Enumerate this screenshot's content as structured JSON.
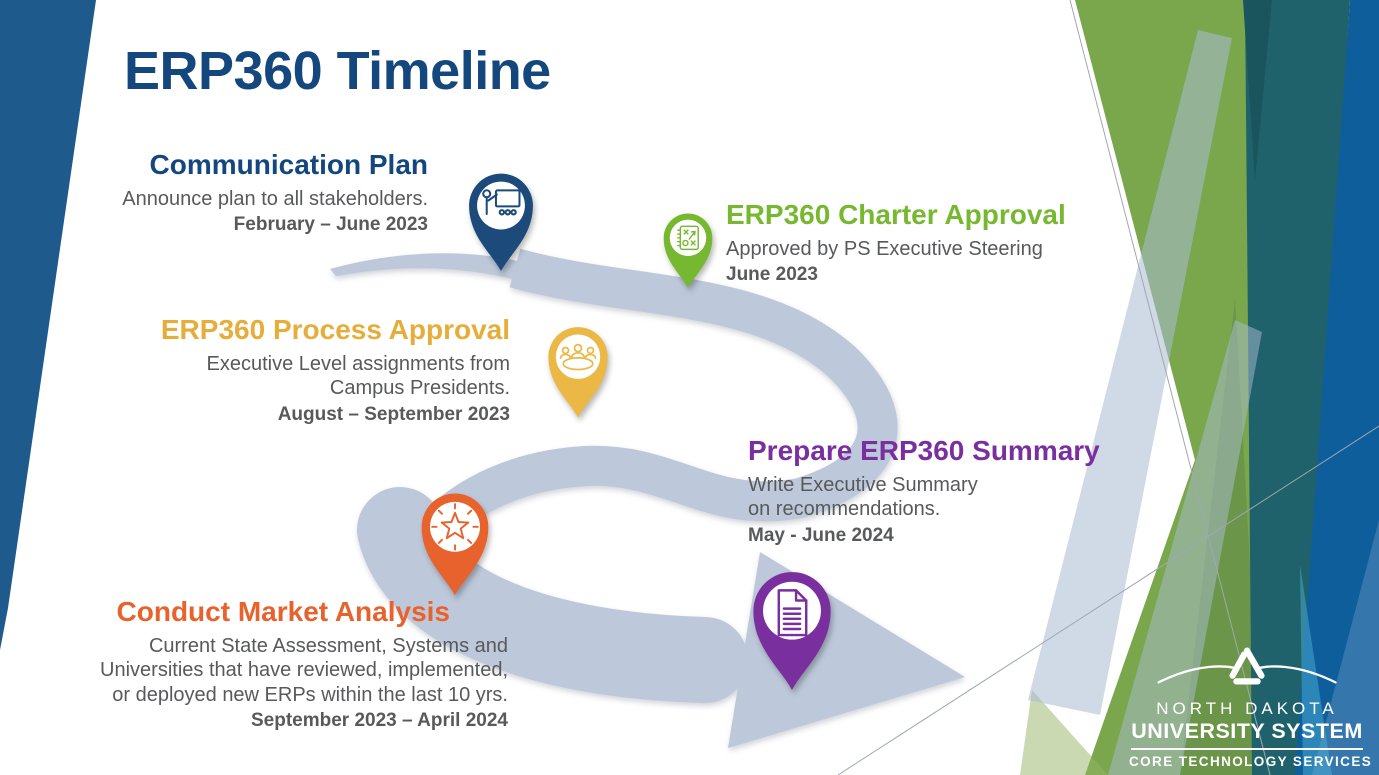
{
  "slide": {
    "title": "ERP360 Timeline"
  },
  "milestones": [
    {
      "id": "communication-plan",
      "title": "Communication Plan",
      "lines": [
        "Announce plan to all stakeholders."
      ],
      "date": "February – June 2023",
      "color": "#1B4A7B",
      "icon": "presentation-icon"
    },
    {
      "id": "charter-approval",
      "title": "ERP360 Charter Approval",
      "lines": [
        "Approved by PS Executive Steering"
      ],
      "date": "June 2023",
      "color": "#76B82F",
      "icon": "strategy-icon"
    },
    {
      "id": "process-approval",
      "title": "ERP360 Process Approval",
      "lines": [
        "Executive Level assignments from",
        "Campus Presidents."
      ],
      "date": "August – September 2023",
      "color": "#EBB845",
      "icon": "meeting-table-icon"
    },
    {
      "id": "prepare-summary",
      "title": "Prepare ERP360 Summary",
      "lines": [
        "Write Executive Summary",
        "on recommendations."
      ],
      "date": "May - June 2024",
      "color": "#7A2F9F",
      "icon": "document-icon"
    },
    {
      "id": "market-analysis",
      "title": "Conduct Market Analysis",
      "lines": [
        "Current State Assessment, Systems and",
        "Universities that have reviewed, implemented,",
        "or deployed new ERPs within the last 10 yrs."
      ],
      "date": "September 2023 – April 2024",
      "color": "#E8622D",
      "icon": "starburst-icon"
    }
  ],
  "logo": {
    "line1": "NORTH DAKOTA",
    "line2": "UNIVERSITY SYSTEM",
    "line3": "CORE TECHNOLOGY SERVICES",
    "mark": "ndus-triangle-mark"
  },
  "colors": {
    "title_navy": "#14477D",
    "body_gray": "#58595B",
    "road": "#BDC9DA",
    "left_wedge_blue": "#1E5A8C",
    "decor_green": "#7AA64C",
    "decor_teal": "#20626B",
    "decor_blue": "#0F5E9C"
  }
}
